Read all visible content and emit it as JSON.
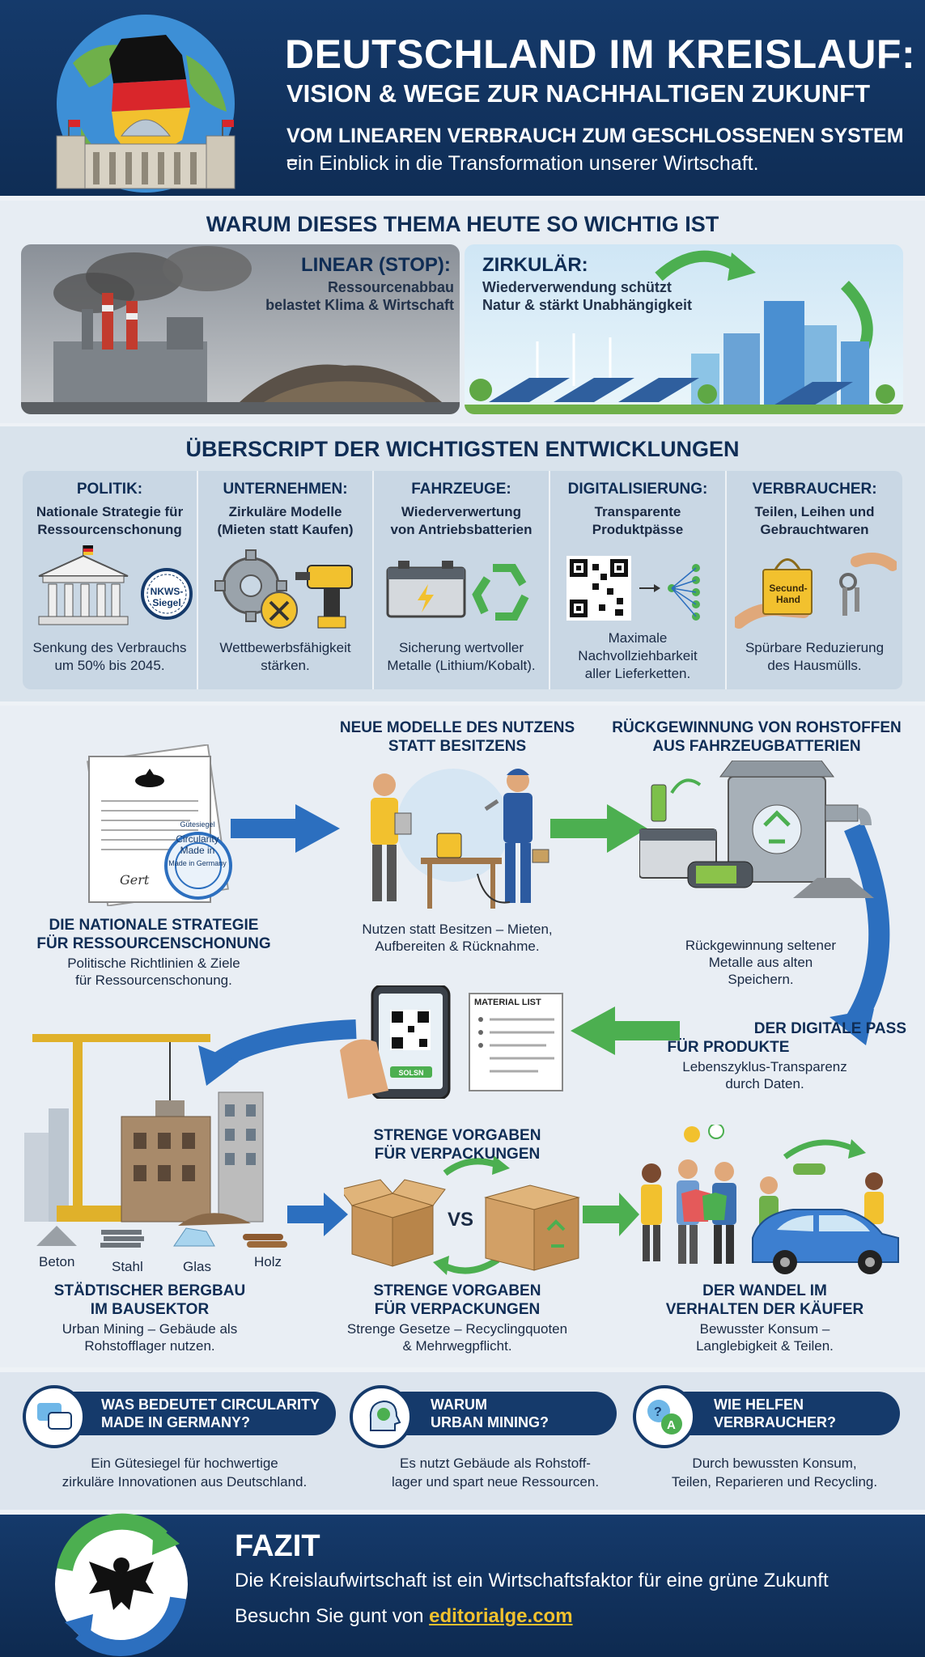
{
  "header": {
    "title": "DEUTSCHLAND IM KREISLAUF:",
    "subtitle": "VISION & WEGE ZUR NACHHALTIGEN ZUKUNFT",
    "tagline_1": "VOM LINEAREN VERBRAUCH ZUM GESCHLOSSENEN SYSTEM –",
    "tagline_2": "ein Einblick in die Transformation unserer Wirtschaft."
  },
  "why": {
    "title": "WARUM DIESES THEMA HEUTE SO WICHTIG IST",
    "linear": {
      "heading": "LINEAR (STOP):",
      "line_1": "Ressourcenabbau",
      "line_2": "belastet Klima & Wirtschaft"
    },
    "circular": {
      "heading": "ZIRKULÄR:",
      "line_1": "Wiederverwendung schützt",
      "line_2": "Natur & stärkt Unabhängigkeit"
    }
  },
  "overview": {
    "title": "ÜBERSCRIPT DER WICHTIGSTEN ENTWICKLUNGEN",
    "cards": [
      {
        "title": "POLITIK:",
        "sub_1": "Nationale Strategie für",
        "sub_2": "Ressourcenschonung",
        "foot_1": "Senkung des Verbrauchs",
        "foot_2": "um 50% bis 2045.",
        "seal": "NKWS-\nSiegel"
      },
      {
        "title": "UNTERNEHMEN:",
        "sub_1": "Zirkuläre Modelle",
        "sub_2": "(Mieten statt Kaufen)",
        "foot_1": "Wettbewerbsfähigkeit",
        "foot_2": "stärken."
      },
      {
        "title": "FAHRZEUGE:",
        "sub_1": "Wiederverwertung",
        "sub_2": "von Antriebsbatterien",
        "foot_1": "Sicherung wertvoller",
        "foot_2": "Metalle (Lithium/Kobalt)."
      },
      {
        "title": "DIGITALISIERUNG:",
        "sub_1": "Transparente",
        "sub_2": "Produktpässe",
        "foot_1": "Maximale",
        "foot_2": "Nachvollziehbarkeit",
        "foot_3": "aller Lieferketten."
      },
      {
        "title": "VERBRAUCHER:",
        "sub_1": "Teilen, Leihen und",
        "sub_2": "Gebrauchtwaren",
        "foot_1": "Spürbare Reduzierung",
        "foot_2": "des Hausmülls.",
        "tag": "Secund-\nHand"
      }
    ]
  },
  "flow": {
    "strategy": {
      "title_1": "DIE NATIONALE STRATEGIE",
      "title_2": "FÜR RESSOURCENSCHONUNG",
      "text_1": "Politische Richtlinien & Ziele",
      "text_2": "für Ressourcenschonung.",
      "seal_1": "Circularity",
      "seal_2": "Made in",
      "seal_ring_top": "Gütesiegel",
      "seal_ring_bottom": "Made in Germany",
      "signature": "Gert"
    },
    "use": {
      "title_1": "NEUE MODELLE DES NUTZENS",
      "title_2": "STATT BESITZENS",
      "text_1": "Nutzen statt Besitzen – Mieten,",
      "text_2": "Aufbereiten & Rücknahme."
    },
    "battery": {
      "title_1": "RÜCKGEWINNUNG VON ROHSTOFFEN",
      "title_2": "AUS FAHRZEUGBATTERIEN",
      "text_1": "Rückgewinnung seltener",
      "text_2": "Metalle aus alten",
      "text_3": "Speichern."
    },
    "passport": {
      "title_1": "DER DIGITALE PASS",
      "title_2": "FÜR PRODUKTE",
      "text_1": "Lebenszyklus-Transparenz",
      "text_2": "durch Daten.",
      "doc_heading": "MATERIAL LIST",
      "phone_button": "SOLSN"
    },
    "packaging_top": {
      "title_1": "STRENGE VORGABEN",
      "title_2": "FÜR VERPACKUNGEN",
      "vs": "VS"
    },
    "urban": {
      "title_1": "STÄDTISCHER BERGBAU",
      "title_2": "IM BAUSEKTOR",
      "text_1": "Urban Mining – Gebäude als",
      "text_2": "Rohstofflager nutzen.",
      "materials": [
        "Beton",
        "Stahl",
        "Glas",
        "Holz"
      ]
    },
    "packaging": {
      "title_1": "STRENGE VORGABEN",
      "title_2": "FÜR VERPACKUNGEN",
      "text_1": "Strenge Gesetze – Recyclingquoten",
      "text_2": "& Mehrwegpflicht."
    },
    "buyers": {
      "title_1": "DER WANDEL IM",
      "title_2": "VERHALTEN DER KÄUFER",
      "text_1": "Bewusster Konsum –",
      "text_2": "Langlebigkeit & Teilen."
    }
  },
  "faq": [
    {
      "q_1": "WAS BEDEUTET CIRCULARITY",
      "q_2": "MADE IN GERMANY?",
      "a_1": "Ein Gütesiegel für hochwertige",
      "a_2": "zirkuläre Innovationen aus Deutschland."
    },
    {
      "q_1": "WARUM",
      "q_2": "URBAN MINING?",
      "a_1": "Es nutzt Gebäude als Rohstoff-",
      "a_2": "lager und spart neue Ressourcen."
    },
    {
      "q_1": "WIE HELFEN",
      "q_2": "VERBRAUCHER?",
      "a_1": "Durch bewussten Konsum,",
      "a_2": "Teilen, Reparieren und Recycling."
    }
  ],
  "footer": {
    "title": "FAZIT",
    "text": "Die Kreislaufwirtschaft ist ein Wirtschaftsfaktor für eine grüne Zukunft",
    "visit_prefix": "Besuchn Sie gunt von",
    "link": "editorialge.com"
  },
  "colors": {
    "navy": "#153a6b",
    "green": "#4caf50",
    "blue": "#2c6fbf",
    "yellow": "#f2c12e"
  }
}
